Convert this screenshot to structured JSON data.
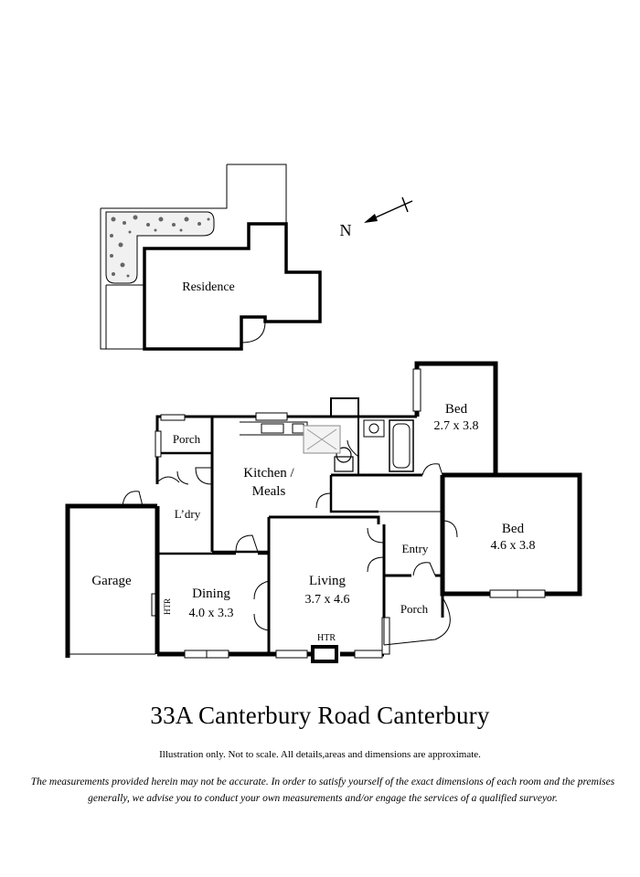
{
  "site_plan": {
    "residence_label": "Residence",
    "north_label": "N"
  },
  "rooms": {
    "bed1": {
      "name": "Bed",
      "size": "2.7 x 3.8"
    },
    "bed2": {
      "name": "Bed",
      "size": "4.6 x 3.8"
    },
    "kitchen": {
      "line1": "Kitchen /",
      "line2": "Meals"
    },
    "porch_left": "Porch",
    "laundry": "L’dry",
    "garage": "Garage",
    "dining": {
      "name": "Dining",
      "size": "4.0 x 3.3"
    },
    "living": {
      "name": "Living",
      "size": "3.7 x 4.6"
    },
    "entry": "Entry",
    "porch_front": "Porch",
    "htr_dining": "HTR",
    "htr_living": "HTR"
  },
  "address": "33A Canterbury Road  Canterbury",
  "note": "Illustration only. Not to scale. All details,areas and dimensions are approximate.",
  "disclaimer": "The measurements provided herein may not be accurate. In order  to satisfy yourself of the exact dimensions of each room and the premises generally, we advise you to conduct your own measurements and/or engage the services of a qualified surveyor."
}
